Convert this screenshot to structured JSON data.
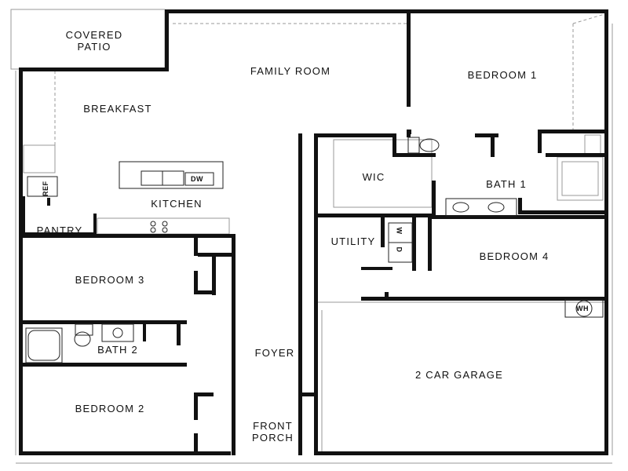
{
  "floorplan": {
    "rooms": {
      "covered_patio": "COVERED\nPATIO",
      "family_room": "FAMILY ROOM",
      "bedroom_1": "BEDROOM 1",
      "breakfast": "BREAKFAST",
      "wic": "WIC",
      "bath_1": "BATH 1",
      "kitchen": "KITCHEN",
      "pantry": "PANTRY",
      "utility": "UTILITY",
      "bedroom_4": "BEDROOM 4",
      "bedroom_3": "BEDROOM 3",
      "bath_2": "BATH 2",
      "foyer": "FOYER",
      "two_car_garage": "2 CAR GARAGE",
      "bedroom_2": "BEDROOM 2",
      "front_porch": "FRONT\nPORCH"
    },
    "fixtures": {
      "refrigerator": "REF",
      "dishwasher": "DW",
      "washer": "W",
      "dryer": "D",
      "water_heater": "WH"
    }
  }
}
